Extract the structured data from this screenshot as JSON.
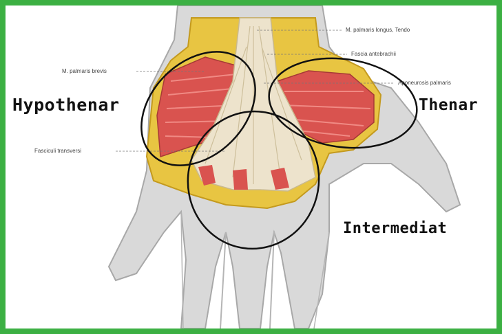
{
  "colors": {
    "frame_border": "#3cb043",
    "skin": "#d9d9d9",
    "skin_shadow": "#a8a8a8",
    "fat_yellow": "#e8c542",
    "muscle_red": "#d9534f",
    "tendon": "#ede3cc",
    "outline_ink": "#111111"
  },
  "anatomy_labels": {
    "palmaris_longus": "M. palmaris longus, Tendo",
    "fascia_antebrachii": "Fascia antebrachii",
    "palmaris_brevis": "M. palmaris brevis",
    "aponeurosis_palmaris": "Aponeurosis palmaris",
    "fasciculi_transversi": "Fasciculi transversi"
  },
  "region_labels": {
    "hypothenar": "Hypothenar",
    "thenar": "Thenar",
    "intermediate": "Intermediat"
  }
}
